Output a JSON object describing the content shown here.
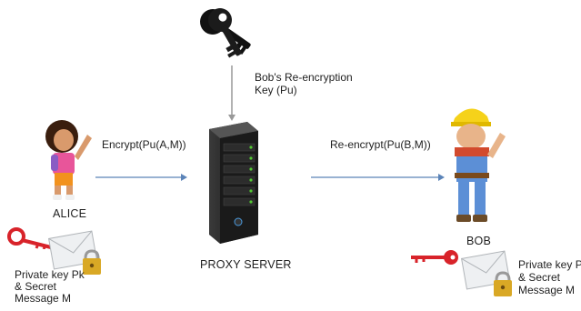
{
  "alice": {
    "name": "ALICE",
    "keys_label": [
      "Private key Pk",
      "& Secret",
      "Message M"
    ]
  },
  "bob": {
    "name": "BOB",
    "keys_label": [
      "Private key Pk",
      "& Secret",
      "Message M"
    ]
  },
  "proxy": {
    "name": "PROXY SERVER"
  },
  "reencryption_key": {
    "label_line1": "Bob's Re-encryption",
    "label_line2": "Key (Pu)"
  },
  "arrows": {
    "alice_to_proxy": "Encrypt(Pu(A,M))",
    "proxy_to_bob": "Re-encrypt(Pu(B,M))"
  },
  "icons": {
    "alice_key": "red-key-icon",
    "bob_key": "red-key-icon",
    "envelope": "envelope-lock-icon",
    "keys": "black-keys-icon",
    "server": "server-tower-icon"
  },
  "colors": {
    "arrow": "#5b84b8",
    "key_red": "#d8232a",
    "server": "#1a1a1a",
    "led": "#52c832"
  }
}
